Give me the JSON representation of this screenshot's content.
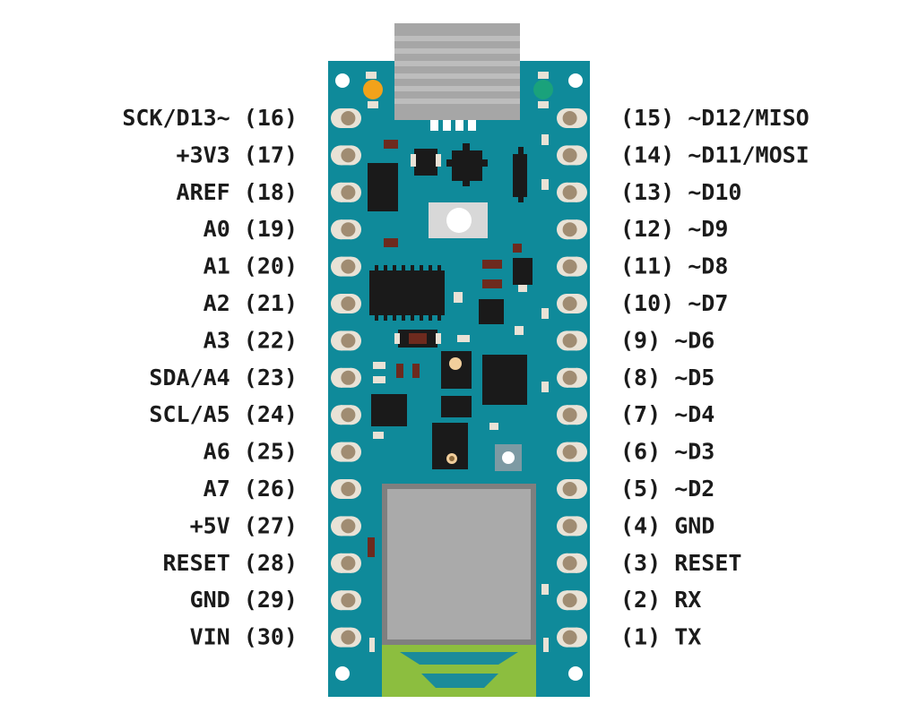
{
  "colors": {
    "board": "#0f8a9a",
    "board_edge": "#0b6f7b",
    "pad": "#e9e2d6",
    "pad_hole": "#a08c72",
    "chip": "#1a1a1a",
    "component": "#6d2a1e",
    "usb": "#a6a6a6",
    "usb_stripe": "#bdbdbd",
    "module_outer": "#7f7f7f",
    "module_inner": "#aaaaaa",
    "antenna": "#8cbe3f",
    "antenna_trace": "#1b8b9a",
    "led_left": "#f2a21a",
    "led_right": "#1aa27b",
    "button": "#d8d8d8",
    "label": "#1b1b1b"
  },
  "left_pins": [
    {
      "name": "SCK/D13~",
      "number": "(16)"
    },
    {
      "name": "+3V3",
      "number": "(17)"
    },
    {
      "name": "AREF",
      "number": "(18)"
    },
    {
      "name": "A0",
      "number": "(19)"
    },
    {
      "name": "A1",
      "number": "(20)"
    },
    {
      "name": "A2",
      "number": "(21)"
    },
    {
      "name": "A3",
      "number": "(22)"
    },
    {
      "name": "SDA/A4",
      "number": "(23)"
    },
    {
      "name": "SCL/A5",
      "number": "(24)"
    },
    {
      "name": "A6",
      "number": "(25)"
    },
    {
      "name": "A7",
      "number": "(26)"
    },
    {
      "name": "+5V",
      "number": "(27)"
    },
    {
      "name": "RESET",
      "number": "(28)"
    },
    {
      "name": "GND",
      "number": "(29)"
    },
    {
      "name": "VIN",
      "number": "(30)"
    }
  ],
  "right_pins": [
    {
      "number": "(15)",
      "name": "~D12/MISO"
    },
    {
      "number": "(14)",
      "name": "~D11/MOSI"
    },
    {
      "number": "(13)",
      "name": "~D10"
    },
    {
      "number": "(12)",
      "name": "~D9"
    },
    {
      "number": "(11)",
      "name": "~D8"
    },
    {
      "number": "(10)",
      "name": "~D7"
    },
    {
      "number": "(9)",
      "name": "~D6"
    },
    {
      "number": "(8)",
      "name": "~D5"
    },
    {
      "number": "(7)",
      "name": "~D4"
    },
    {
      "number": "(6)",
      "name": "~D3"
    },
    {
      "number": "(5)",
      "name": "~D2"
    },
    {
      "number": "(4)",
      "name": "GND"
    },
    {
      "number": "(3)",
      "name": "RESET"
    },
    {
      "number": "(2)",
      "name": "RX"
    },
    {
      "number": "(1)",
      "name": "TX"
    }
  ]
}
